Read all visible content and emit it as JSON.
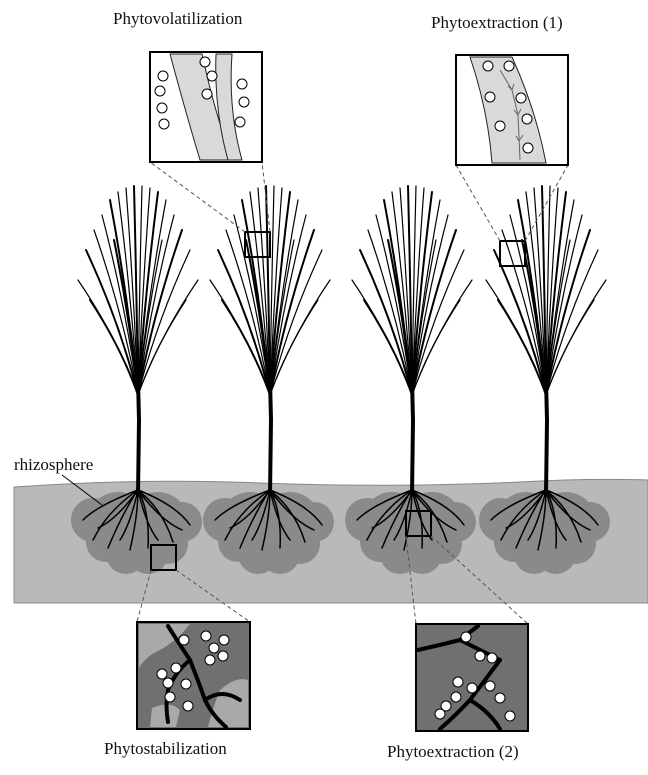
{
  "labels": {
    "phytovolatilization": "Phytovolatilization",
    "phytoextraction_1": "Phytoextraction (1)",
    "rhizosphere": "rhizosphere",
    "phytostabilization": "Phytostabilization",
    "phytoextraction_2": "Phytoextraction (2)"
  },
  "colors": {
    "ground": "#b9b9b9",
    "rhizosphere_zone": "#8a8a8a",
    "inset_soil_dark": "#707070",
    "inset_soil_light": "#a9a9a9",
    "vessel_fill": "#d9d9d9",
    "stroke": "#000000"
  },
  "icons": {
    "plant": "grass-plant-icon",
    "particle": "contaminant-particle-icon"
  }
}
